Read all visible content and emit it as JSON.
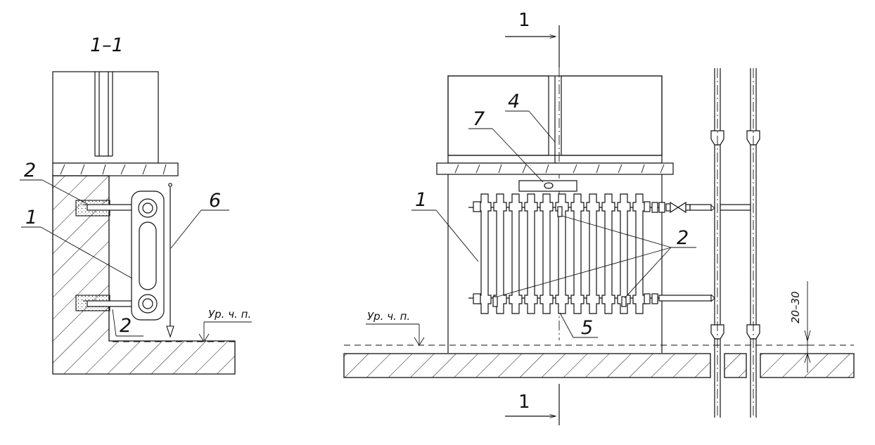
{
  "section_view": {
    "title": "1–1",
    "callouts": {
      "c1": "1",
      "c2_top": "2",
      "c2_bottom": "2",
      "c6": "6"
    },
    "floor_level_label": "Ур. ч. п."
  },
  "front_view": {
    "callouts": {
      "c1": "1",
      "c2": "2",
      "c4": "4",
      "c5": "5",
      "c7": "7"
    },
    "cut_label_top": "1",
    "cut_label_bottom": "1",
    "floor_level_label": "Ур. ч. п.",
    "dimension_label": "20–30"
  }
}
